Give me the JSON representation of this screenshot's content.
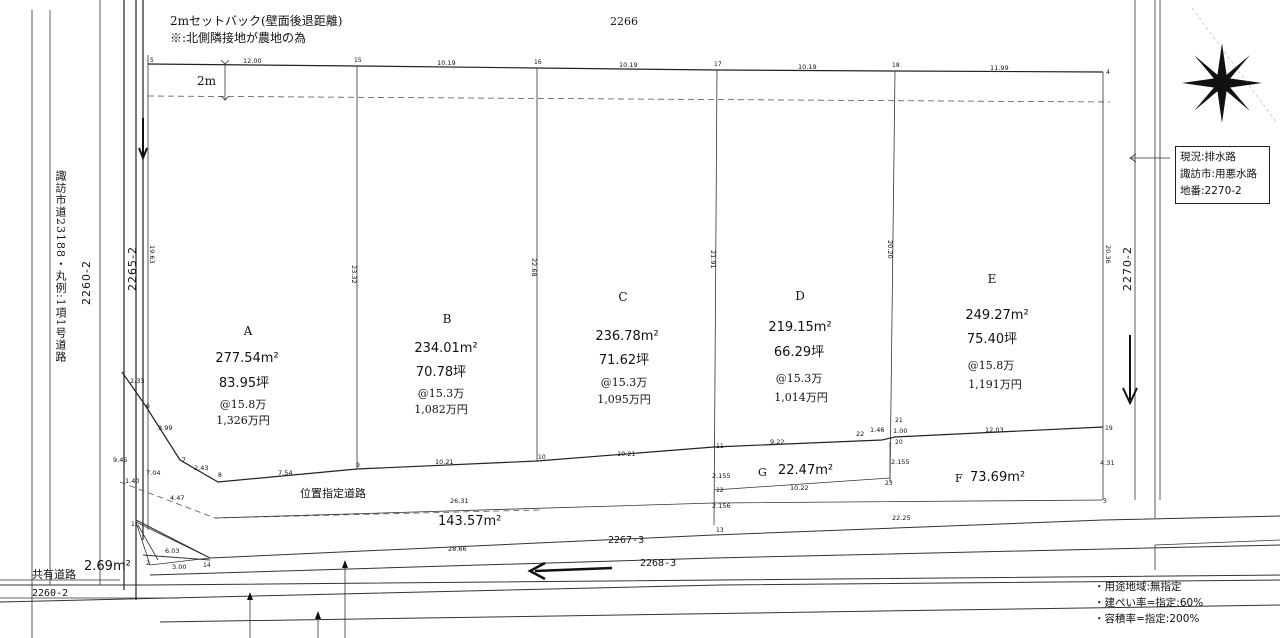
{
  "header": {
    "setback_note": "2mセットバック(壁面後退距離)",
    "setback_reason": "※:北側隣接地が農地の為",
    "north_parcel": "2266",
    "setback_dim": "2m"
  },
  "legend_box": {
    "line1": "現況:排水路",
    "line2": "諏訪市:用悪水路",
    "line3": "地番:2270-2"
  },
  "zoning": {
    "line1": "・用途地域:無指定",
    "line2": "・建ぺい率=指定:60%",
    "line3": "・容積率=指定:200%"
  },
  "side_labels": {
    "west_road": "諏訪市道23188・丸例:1項1号道路",
    "parcel_2260_2_v": "2260-2",
    "parcel_2265_2": "2265-2",
    "parcel_2270_2": "2270-2",
    "parcel_2260_2_h": "2260-2",
    "parcel_2267_3": "2267-3",
    "parcel_2268_3": "2268-3",
    "shared_road": "共有道路",
    "shared_road_area": "2.69m²",
    "designated_road": "位置指定道路",
    "designated_road_area": "143.57m²"
  },
  "lots": [
    {
      "id": "A",
      "area": "277.54m²",
      "tsubo": "83.95坪",
      "unit_price": "@15.8万",
      "price": "1,326万円"
    },
    {
      "id": "B",
      "area": "234.01m²",
      "tsubo": "70.78坪",
      "unit_price": "@15.3万",
      "price": "1,082万円"
    },
    {
      "id": "C",
      "area": "236.78m²",
      "tsubo": "71.62坪",
      "unit_price": "@15.3万",
      "price": "1,095万円"
    },
    {
      "id": "D",
      "area": "219.15m²",
      "tsubo": "66.29坪",
      "unit_price": "@15.3万",
      "price": "1,014万円"
    },
    {
      "id": "E",
      "area": "249.27m²",
      "tsubo": "75.40坪",
      "unit_price": "@15.8万",
      "price": "1,191万円"
    }
  ],
  "small_lots": [
    {
      "id": "G",
      "area": "22.47m²"
    },
    {
      "id": "F",
      "area": "73.69m²"
    }
  ],
  "dimensions": {
    "top": [
      "12.00",
      "10.19",
      "10.19",
      "10.19",
      "11.99"
    ],
    "vertical": [
      "19.63",
      "23.32",
      "22.68",
      "21.91",
      "20.20",
      "20.36"
    ],
    "bottom": [
      "7.54",
      "10.21",
      "10.21",
      "9.22",
      "12.03"
    ],
    "misc": [
      "2.33",
      "3.99",
      "2.43",
      "9.45",
      "1.40",
      "4.47",
      "7.04",
      "26.31",
      "22.25",
      "28.66",
      "3.00",
      "6.03",
      "2.155",
      "2.156",
      "2.155",
      "4.31",
      "10.22",
      "1.46",
      "1.00",
      "22"
    ]
  },
  "points": [
    "5",
    "15",
    "16",
    "17",
    "18",
    "4",
    "6",
    "7",
    "8",
    "9",
    "10",
    "11",
    "12",
    "13",
    "14",
    "1",
    "2",
    "3",
    "19",
    "20",
    "21",
    "23"
  ]
}
